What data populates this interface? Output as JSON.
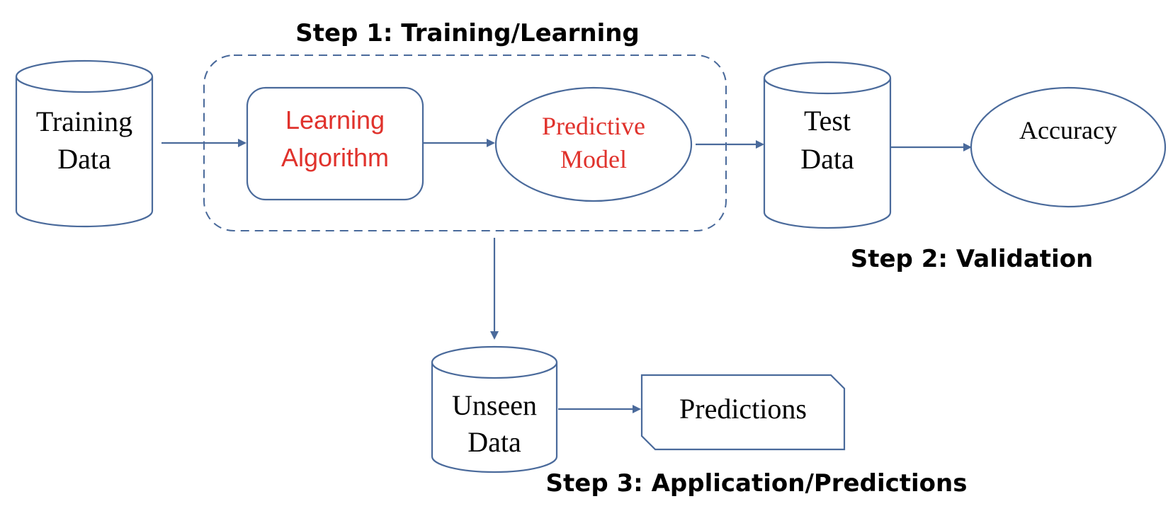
{
  "diagram": {
    "steps": {
      "step1": "Step 1: Training/Learning",
      "step2": "Step 2: Validation",
      "step3": "Step 3: Application/Predictions"
    },
    "nodes": {
      "training_data": [
        "Training",
        "Data"
      ],
      "learning_algorithm": [
        "Learning",
        "Algorithm"
      ],
      "predictive_model": [
        "Predictive",
        "Model"
      ],
      "test_data": [
        "Test",
        "Data"
      ],
      "accuracy": [
        "Accuracy"
      ],
      "unseen_data": [
        "Unseen",
        "Data"
      ],
      "predictions": [
        "Predictions"
      ]
    },
    "colors": {
      "stroke": "#4a6a9b",
      "highlight_text": "#e0322c",
      "text": "#000000"
    }
  }
}
